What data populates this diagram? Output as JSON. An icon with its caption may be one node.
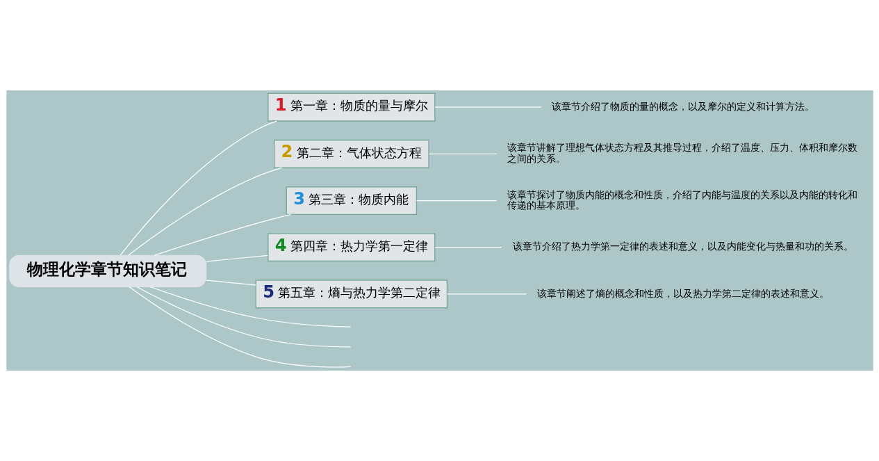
{
  "diagram": {
    "nodes": [
      {
        "text": [
          "物理化学章节知识笔记"
        ]
      },
      {
        "text": [
          "1",
          "第一章：物质的量与摩尔"
        ]
      },
      {
        "text": [
          "2",
          "第二章：气体状态方程"
        ]
      },
      {
        "text": [
          "3",
          "第三章：物质内能"
        ]
      },
      {
        "text": [
          "4",
          "第四章：热力学第一定律"
        ]
      },
      {
        "text": [
          "5",
          "第五章：熵与热力学第二定律"
        ]
      },
      {
        "text": [
          "该章节介绍了物质的量的概念，以及摩尔的定义和计算方法。"
        ]
      },
      {
        "text": [
          "该章节讲解了理想气体状态方程及其推导过程，介绍了温度、压力、体积和摩尔数之间的关系。"
        ]
      },
      {
        "text": [
          "该章节探讨了物质内能的概念和性质，介绍了内能与温度的关系以及内能的转化和传递的基本原理。"
        ]
      },
      {
        "text": [
          "该章节介绍了热力学第一定律的表述和意义，以及内能变化与热量和功的关系。"
        ]
      },
      {
        "text": [
          "该章节阐述了熵的概念和性质，以及热力学第二定律的表述和意义。"
        ]
      }
    ],
    "edges": [
      {
        "from": 0,
        "to": 1,
        "arrow": "none"
      },
      {
        "from": 1,
        "to": 6,
        "arrow": "none"
      },
      {
        "from": 0,
        "to": 2,
        "arrow": "none"
      },
      {
        "from": 2,
        "to": 7,
        "arrow": "none"
      },
      {
        "from": 0,
        "to": 3,
        "arrow": "none"
      },
      {
        "from": 3,
        "to": 8,
        "arrow": "none"
      },
      {
        "from": 0,
        "to": 4,
        "arrow": "none"
      },
      {
        "from": 4,
        "to": 9,
        "arrow": "none"
      },
      {
        "from": 0,
        "to": 5,
        "arrow": "none"
      },
      {
        "from": 5,
        "to": 10,
        "arrow": "none"
      },
      {
        "from": 0,
        "to": null,
        "arrow": "none"
      },
      {
        "from": 0,
        "to": null,
        "arrow": "none"
      },
      {
        "from": 0,
        "to": null,
        "arrow": "none"
      }
    ]
  }
}
